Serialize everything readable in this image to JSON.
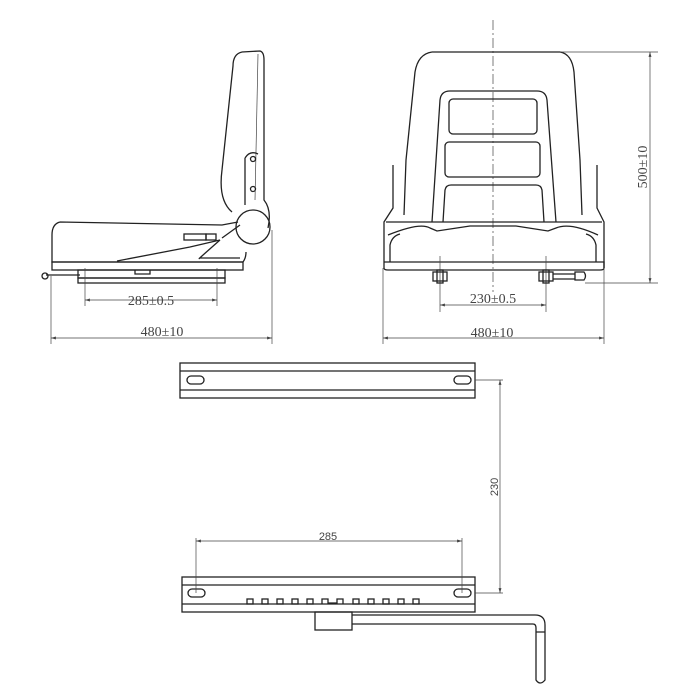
{
  "side_view": {
    "rail_spacing_label": "285±0.5",
    "width_label": "480±10"
  },
  "front_view": {
    "mount_spacing_label": "230±0.5",
    "width_label": "480±10",
    "height_label": "500±10"
  },
  "rails_view": {
    "rail_gap_label": "230",
    "hole_spacing_label": "285"
  },
  "colors": {
    "line": "#222222",
    "dimension": "#444444",
    "background": "#ffffff"
  }
}
